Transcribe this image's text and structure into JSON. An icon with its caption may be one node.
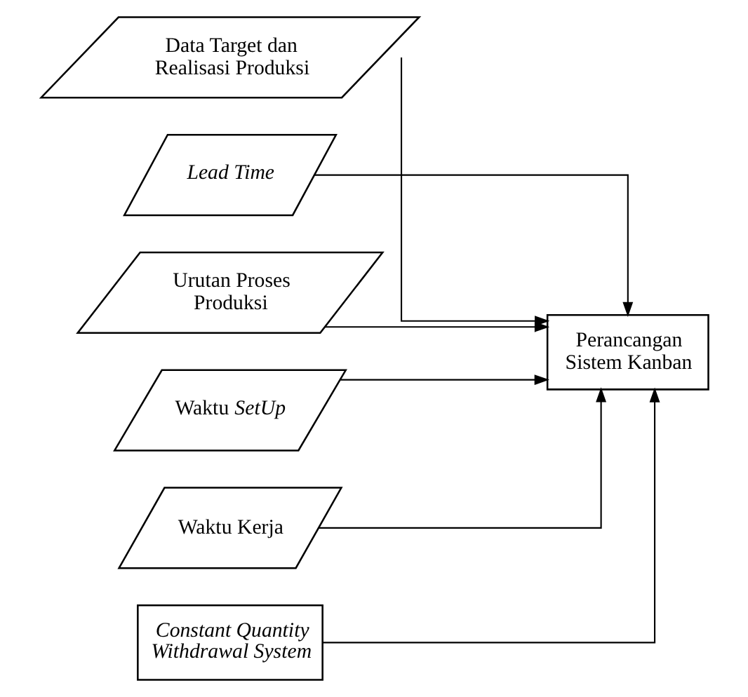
{
  "diagram": {
    "nodes": [
      {
        "text": [
          "Data Target dan Realisasi Produksi"
        ]
      },
      {
        "text": [
          "Lead Time"
        ]
      },
      {
        "text": [
          "Urutan Proses Produksi"
        ]
      },
      {
        "text": [
          "Waktu *SetUp*"
        ]
      },
      {
        "text": [
          "Waktu Kerja"
        ]
      },
      {
        "text": [
          "Constant Quantity Withdrawal System"
        ]
      },
      {
        "text": [
          "Perancangan Sistem Kanban"
        ]
      }
    ],
    "edges": [
      {
        "from": 0,
        "to": 6,
        "arrow": "to"
      },
      {
        "from": 1,
        "to": 6,
        "arrow": "to"
      },
      {
        "from": 2,
        "to": 6,
        "arrow": "to"
      },
      {
        "from": 3,
        "to": 6,
        "arrow": "to"
      },
      {
        "from": 4,
        "to": 6,
        "arrow": "to"
      },
      {
        "from": 5,
        "to": 6,
        "arrow": "to"
      }
    ]
  }
}
